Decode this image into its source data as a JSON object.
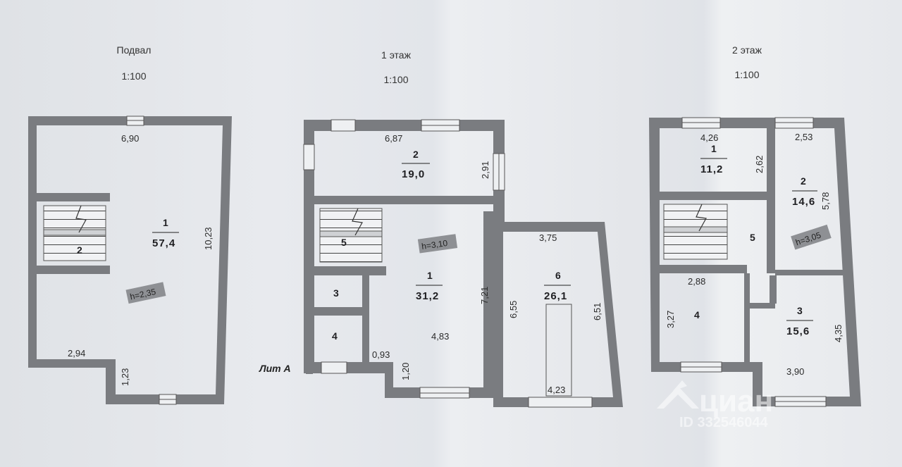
{
  "plans": [
    {
      "id": "basement",
      "title": "Подвал",
      "scale": "1:100",
      "height": "h=2,35",
      "dims": {
        "top": "6,90",
        "right": "10,23",
        "bottom_left": "2,94",
        "bottom_step": "1,23"
      },
      "rooms": [
        {
          "num": "1",
          "area": "57,4"
        },
        {
          "num": "2",
          "area": ""
        }
      ]
    },
    {
      "id": "floor1",
      "title": "1 этаж",
      "scale": "1:100",
      "height": "h=3,10",
      "lit_label": "Лит А",
      "dims": {
        "top": "6,87",
        "r2_right": "2,91",
        "r1_right": "7,21",
        "r1_bottom": "4,83",
        "r1_step": "0,93",
        "r1_step_v": "1,20",
        "r6_top": "3,75",
        "r6_left": "6,55",
        "r6_right": "6,51",
        "r6_bottom": "4,23"
      },
      "rooms": [
        {
          "num": "1",
          "area": "31,2"
        },
        {
          "num": "2",
          "area": "19,0"
        },
        {
          "num": "3",
          "area": ""
        },
        {
          "num": "4",
          "area": ""
        },
        {
          "num": "5",
          "area": ""
        },
        {
          "num": "6",
          "area": "26,1"
        }
      ]
    },
    {
      "id": "floor2",
      "title": "2 этаж",
      "scale": "1:100",
      "height": "h=3,05",
      "dims": {
        "r1_top": "4,26",
        "r1_right": "2,62",
        "r2_top": "2,53",
        "r2_right": "5,78",
        "r4_top": "2,88",
        "r4_left": "3,27",
        "r3_right": "4,35",
        "r3_bottom": "3,90"
      },
      "rooms": [
        {
          "num": "1",
          "area": "11,2"
        },
        {
          "num": "2",
          "area": "14,6"
        },
        {
          "num": "3",
          "area": "15,6"
        },
        {
          "num": "4",
          "area": ""
        },
        {
          "num": "5",
          "area": ""
        }
      ]
    }
  ],
  "watermark": {
    "brand": "циан",
    "id_text": "ID 332546044"
  }
}
